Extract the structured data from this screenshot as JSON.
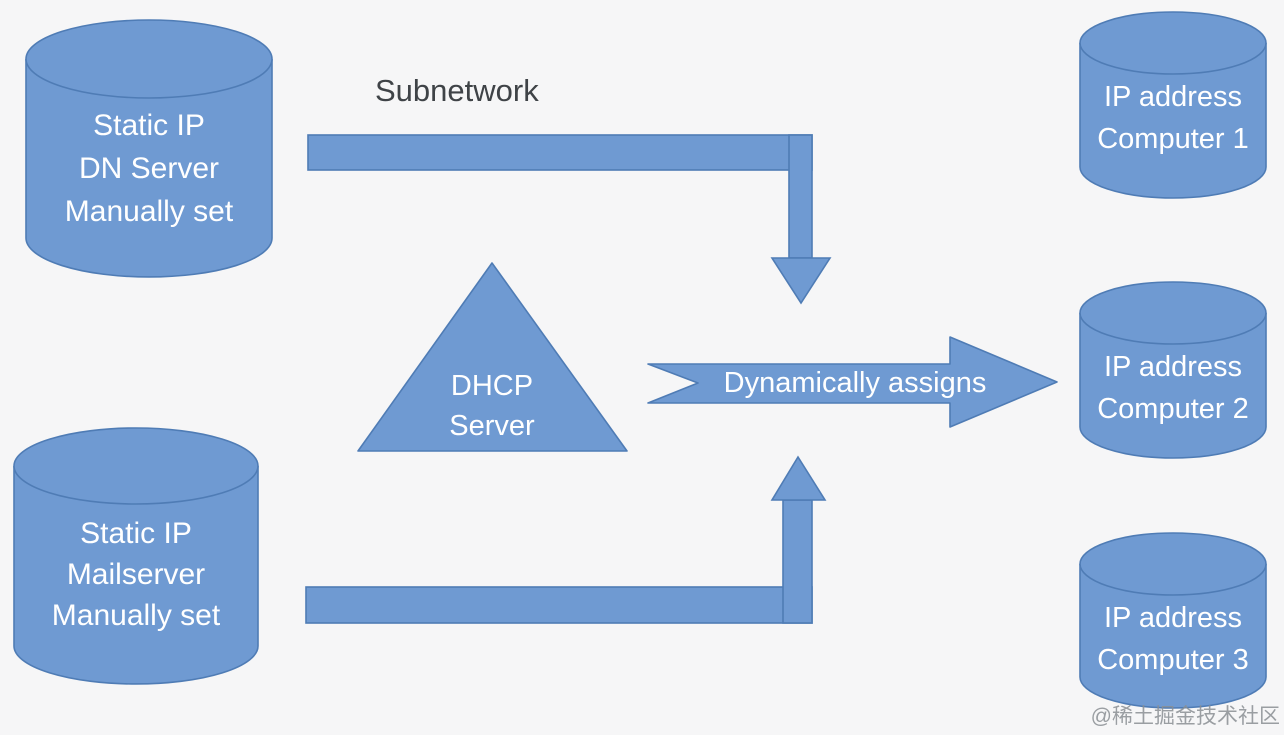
{
  "diagram": {
    "subnetwork_label": "Subnetwork",
    "nodes": {
      "dn_server": {
        "lines": [
          "Static IP",
          "DN Server",
          "Manually set"
        ]
      },
      "mail_server": {
        "lines": [
          "Static IP",
          "Mailserver",
          "Manually set"
        ]
      },
      "dhcp_server": {
        "lines": [
          "DHCP",
          "Server"
        ]
      },
      "computer1": {
        "lines": [
          "IP address",
          "Computer 1"
        ]
      },
      "computer2": {
        "lines": [
          "IP address",
          "Computer 2"
        ]
      },
      "computer3": {
        "lines": [
          "IP address",
          "Computer 3"
        ]
      }
    },
    "arrows": {
      "dynamically_assigns_label": "Dynamically assigns"
    },
    "watermark": "@稀土掘金技术社区"
  },
  "colors": {
    "background": "#f6f6f7",
    "shape_fill": "#6f9ad2",
    "shape_stroke": "#4f7cb5",
    "label_light": "#ffffff",
    "label_dark": "#3f4347",
    "watermark": "#8a8f94"
  }
}
